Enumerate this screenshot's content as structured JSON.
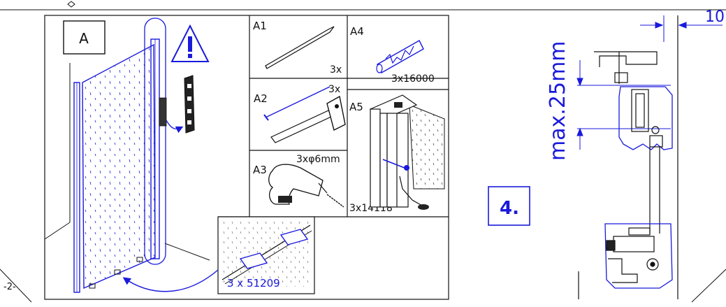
{
  "page_number": "-2-",
  "step_number": "4.",
  "main_panel": {
    "label": "A",
    "detail_part_count": "3 x 51209"
  },
  "parts": [
    {
      "id": "A1",
      "qty": "3x"
    },
    {
      "id": "A2",
      "qty": "3x"
    },
    {
      "id": "A3",
      "qty": "3xφ6mm"
    },
    {
      "id": "A4",
      "qty": "3x16000"
    },
    {
      "id": "A5",
      "qty": "3x14118"
    }
  ],
  "measurements": {
    "offset": "10",
    "max_gap": "max.25mm"
  },
  "colors": {
    "accent": "#1a1adc",
    "line": "#111111"
  },
  "icons": [
    "warning-icon",
    "screwdriver-icon",
    "hammer-icon",
    "drill-icon",
    "wall-plug-icon"
  ]
}
